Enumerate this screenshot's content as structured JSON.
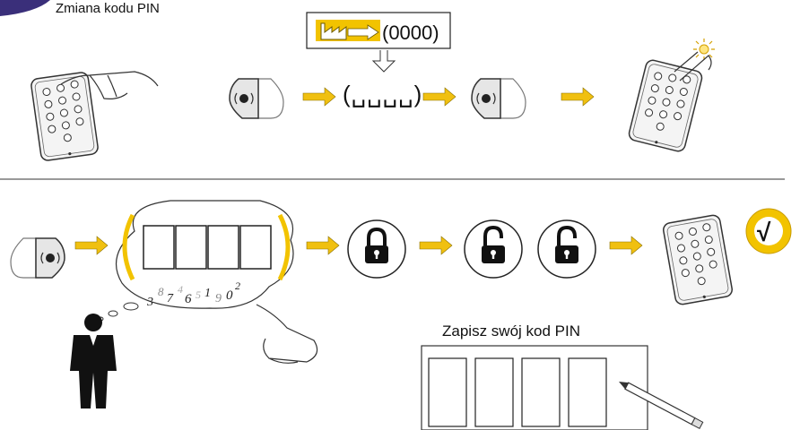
{
  "header": {
    "title": "Zmiana kodu PIN"
  },
  "step1": {
    "factory_code_label": "(0000)",
    "pin_entry_display": "(␣␣␣␣)"
  },
  "step2": {
    "thought_digits": [
      "3",
      "8",
      "7",
      "4",
      "6",
      "5",
      "1",
      "9",
      "0",
      "2"
    ],
    "success_mark": "√",
    "save_pin_label": "Zapisz swój kod PIN"
  },
  "colors": {
    "accent_yellow": "#f2c300",
    "arrow_yellow": "#f0c010",
    "line_dark": "#333333",
    "device_fill": "#f4f4f4",
    "header_arc": "#3a2f7a"
  },
  "icons": {
    "keypad_device": "keypad-remote-icon",
    "badge_reader": "badge-tag-icon",
    "padlock_closed": "padlock-closed-icon",
    "padlock_open": "padlock-open-icon",
    "factory": "factory-icon",
    "pencil": "pencil-icon",
    "person": "person-silhouette-icon",
    "hand": "pointing-hand-icon"
  }
}
